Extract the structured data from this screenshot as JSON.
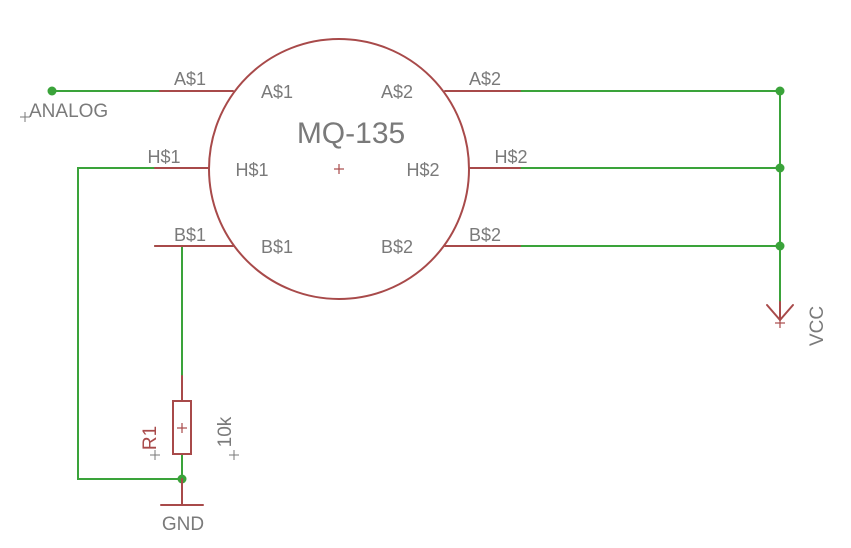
{
  "sensor": {
    "name": "MQ-135",
    "pins_inside": {
      "a1": "A$1",
      "a2": "A$2",
      "h1": "H$1",
      "h2": "H$2",
      "b1": "B$1",
      "b2": "B$2"
    },
    "pins_outside": {
      "a1": "A$1",
      "a2": "A$2",
      "h1": "H$1",
      "h2": "H$2",
      "b1": "B$1",
      "b2": "B$2"
    }
  },
  "nets": {
    "analog": "ANALOG",
    "vcc": "VCC",
    "gnd": "GND"
  },
  "resistor": {
    "designator": "R1",
    "value": "10k"
  },
  "colors": {
    "wire": "#3aa33a",
    "part": "#a84a4a",
    "text": "#7a7a7a"
  }
}
